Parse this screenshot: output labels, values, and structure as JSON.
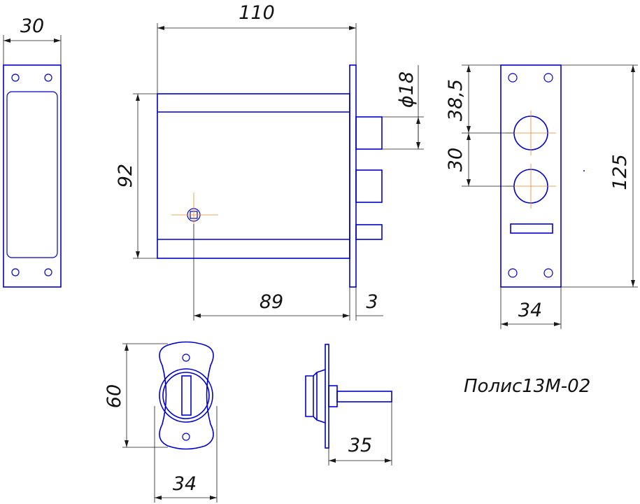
{
  "dimensions": {
    "side_width": "30",
    "body_length": "110",
    "body_height": "92",
    "bolt_diameter": "ϕ18",
    "case_depth": "89",
    "plate_thickness": "3",
    "hole_offset": "38,5",
    "hole_spacing": "30",
    "plate_height": "125",
    "plate_width": "34",
    "escutcheon_height": "60",
    "escutcheon_width": "34",
    "cylinder_length": "35"
  },
  "model_name": "Полис13М-02",
  "colors": {
    "outline": "#0000cc",
    "dimension": "#1a1a1a",
    "centerline": "#e08a2a"
  }
}
